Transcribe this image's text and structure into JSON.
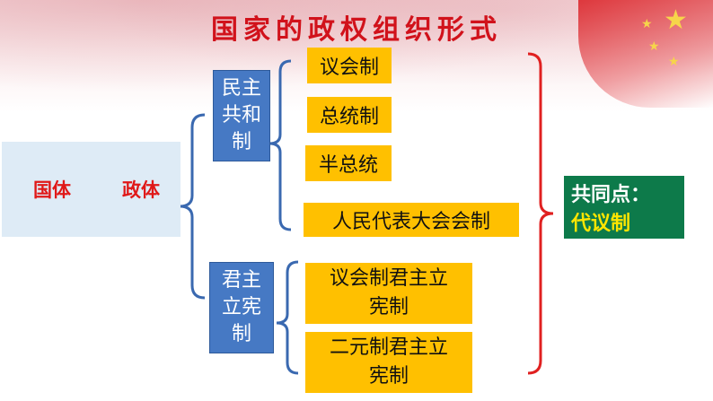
{
  "title": "国家的政权组织形式",
  "nodes": {
    "guoti": "国体",
    "zhengti": "政体",
    "minzhu_gonghe": "民主\n共和\n制",
    "junzhu_lixian": "君主\n立宪\n制",
    "yihuizhi": "议会制",
    "zongtongzhi": "总统制",
    "banzongtong": "半总统",
    "renda": "人民代表大会会制",
    "yihui_junzhu": "议会制君主立\n宪制",
    "eryuan_junzhu": "二元制君主立\n宪制",
    "common_label": "共同点：",
    "common_value": "代议制"
  },
  "colors": {
    "title": "#d1121b",
    "pale_box": "#deebf6",
    "blue_box": "#4679c4",
    "gold_box": "#ffc000",
    "green_box": "#0d7a4a",
    "highlight": "#ffe600",
    "arrow": "#2e5fa8",
    "bracket_blue": "#3a69b0",
    "bracket_red": "#e02020"
  }
}
